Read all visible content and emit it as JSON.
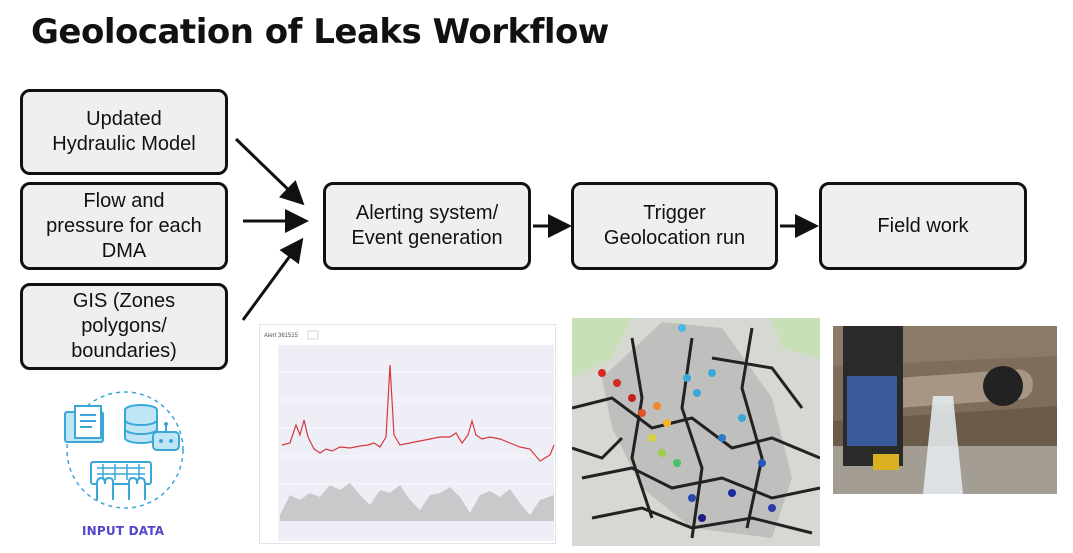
{
  "title": "Geolocation of Leaks Workflow",
  "inputs": [
    {
      "lines": [
        "Updated",
        "Hydraulic Model"
      ]
    },
    {
      "lines": [
        "Flow and",
        "pressure for each",
        "DMA"
      ]
    },
    {
      "lines": [
        "GIS (Zones",
        "polygons/",
        "boundaries)"
      ]
    }
  ],
  "steps": [
    {
      "lines": [
        "Alerting system/",
        "Event generation"
      ]
    },
    {
      "lines": [
        "Trigger",
        "Geolocation run"
      ]
    },
    {
      "lines": [
        "Field work"
      ]
    }
  ],
  "input_data_label": "INPUT DATA",
  "chart_panel": {
    "alert_title": "Alert 361515",
    "series_color": "#d9363e"
  },
  "colors": {
    "box_fill": "#efefef",
    "box_border": "#111111",
    "accent": "#5147c8",
    "icon_blue": "#3aa7d8"
  }
}
